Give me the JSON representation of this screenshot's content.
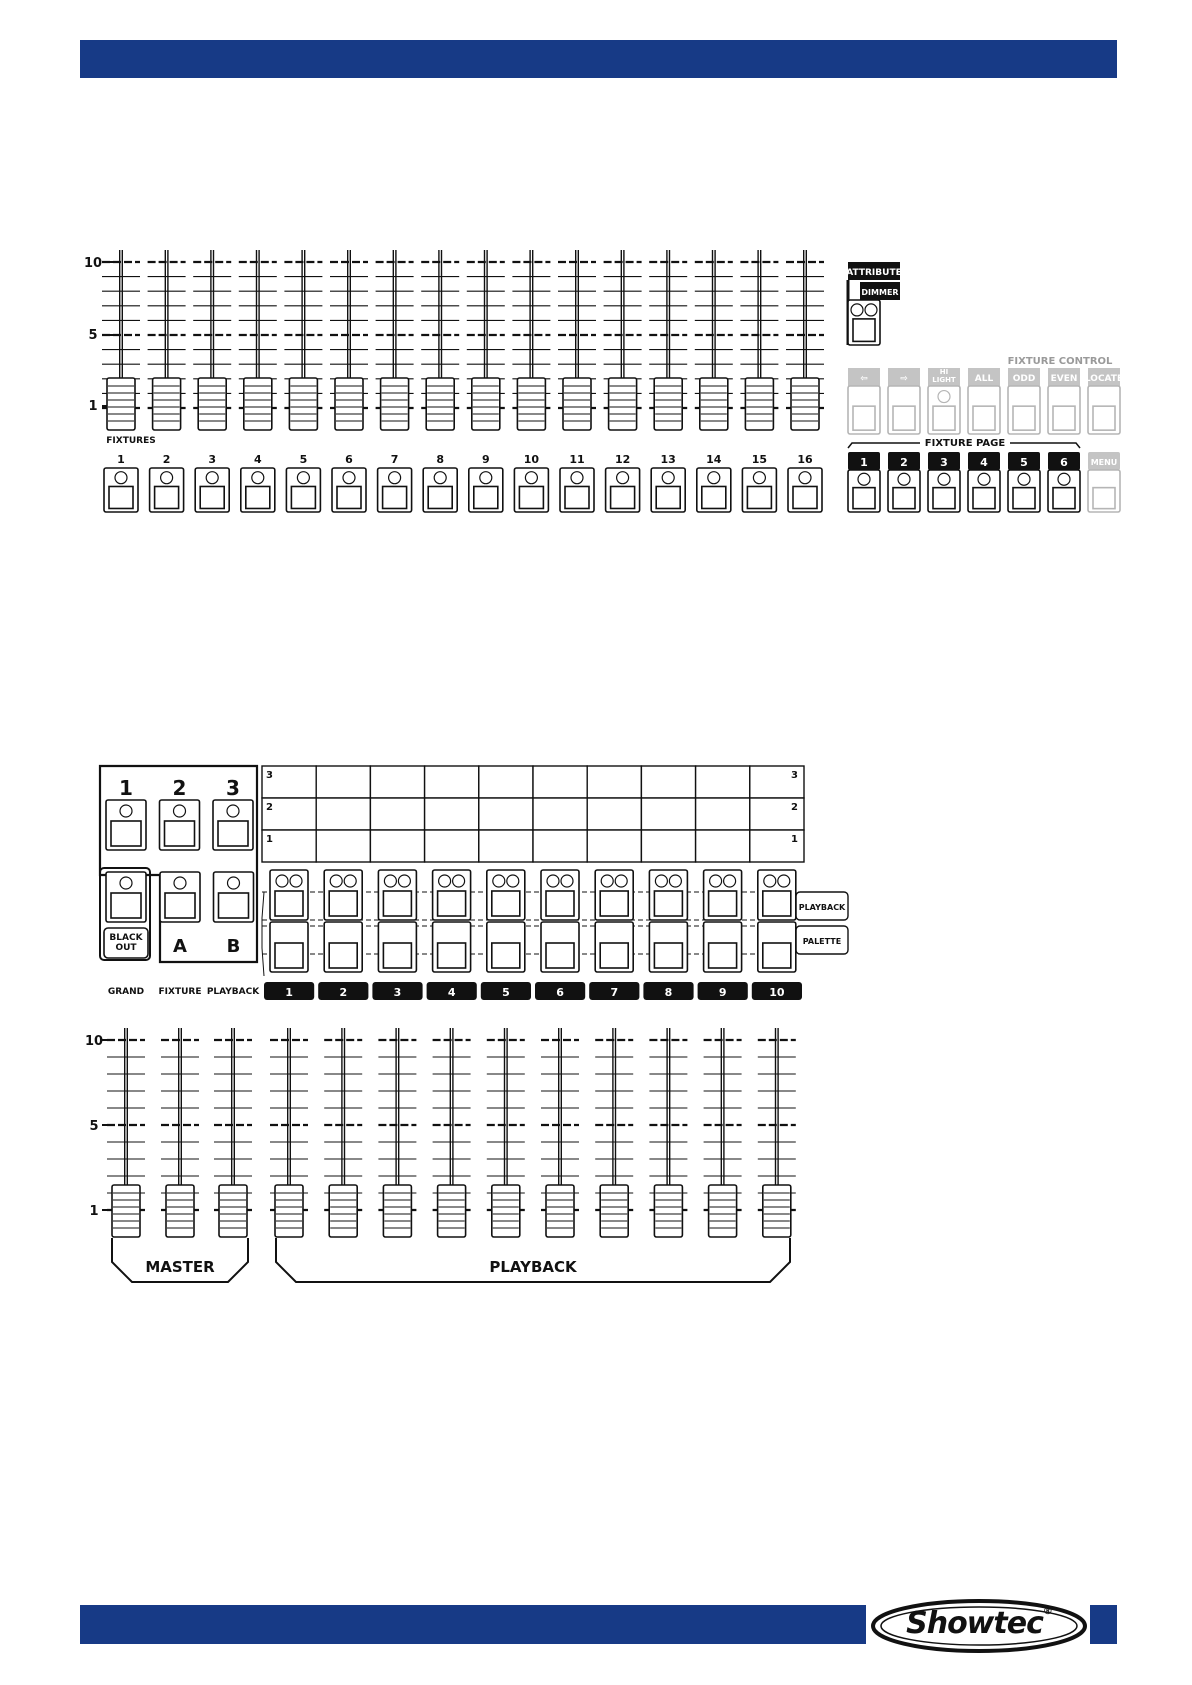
{
  "header": {
    "bar_color": "#173a86"
  },
  "top_panel": {
    "scale_labels": [
      "10",
      "5",
      "1"
    ],
    "fixtures_label": "FIXTURES",
    "fixture_numbers": [
      "1",
      "2",
      "3",
      "4",
      "5",
      "6",
      "7",
      "8",
      "9",
      "10",
      "11",
      "12",
      "13",
      "14",
      "15",
      "16"
    ],
    "attribute_label": "ATTRIBUTE",
    "dimmer_label": "DIMMER",
    "fixture_control_label": "FIXTURE CONTROL",
    "control_buttons": [
      "⇦",
      "⇨",
      "HI\nLIGHT",
      "ALL",
      "ODD",
      "EVEN",
      "LOCATE"
    ],
    "fixture_page_label": "FIXTURE PAGE",
    "page_buttons": [
      "1",
      "2",
      "3",
      "4",
      "5",
      "6"
    ],
    "menu_label": "MENU"
  },
  "bottom_panel": {
    "master_buttons": [
      "1",
      "2",
      "3"
    ],
    "blackout_label": "BLACK\nOUT",
    "ab_labels": [
      "A",
      "B"
    ],
    "row_labels_left": [
      "3",
      "2",
      "1"
    ],
    "row_labels_right": [
      "3",
      "2",
      "1"
    ],
    "playback_tag": "PLAYBACK",
    "palette_tag": "PALETTE",
    "master_fader_labels": [
      "GRAND",
      "FIXTURE",
      "PLAYBACK"
    ],
    "playback_numbers": [
      "1",
      "2",
      "3",
      "4",
      "5",
      "6",
      "7",
      "8",
      "9",
      "10"
    ],
    "scale_labels": [
      "10",
      "5",
      "1"
    ],
    "master_group_label": "MASTER",
    "playback_group_label": "PLAYBACK"
  },
  "footer": {
    "brand": "Showtec",
    "registered": "®",
    "bar_color": "#173a86"
  }
}
